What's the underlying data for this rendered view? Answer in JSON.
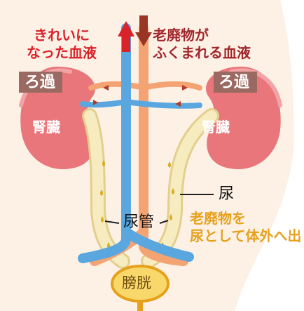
{
  "labels": {
    "clean_blood_line1": "きれいに",
    "clean_blood_line2": "なった血液",
    "waste_blood_line1": "老廃物が",
    "waste_blood_line2": "ふくまれる血液",
    "filtration_left": "ろ過",
    "filtration_right": "ろ過",
    "kidney_left": "腎臓",
    "kidney_right": "腎臓",
    "urine": "尿",
    "ureter": "尿管",
    "waste_as_urine_line1": "老廃物を",
    "waste_as_urine_line2": "尿として体外へ出",
    "bladder": "膀胱"
  },
  "colors": {
    "background": "#fdf1e6",
    "kidney": "#e8767b",
    "filtration_box": "#9a6a62",
    "artery_blue": "#5aa7e0",
    "vein_orange": "#f4a373",
    "ureter_cream": "#f6ecc0",
    "urine_drop": "#d9ac1f",
    "bladder": "#f9d86b",
    "arrow_red": "#d9232a",
    "arrow_brown": "#9a3424",
    "urine_text": "#e6a11c"
  }
}
